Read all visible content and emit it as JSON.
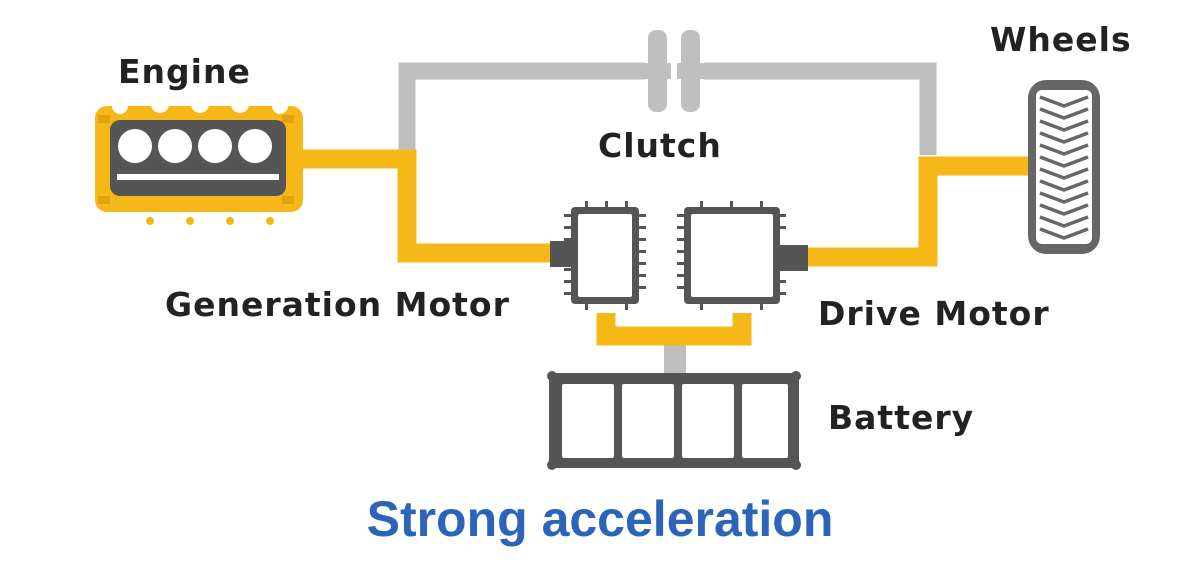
{
  "labels": {
    "engine": "Engine",
    "clutch": "Clutch",
    "wheels": "Wheels",
    "generation_motor": "Generation Motor",
    "drive_motor": "Drive Motor",
    "battery": "Battery"
  },
  "caption": "Strong acceleration",
  "colors": {
    "power_path": "#f6b818",
    "inactive_path": "#bfbfbf",
    "component_dark": "#555555",
    "caption_blue": "#2b64b8",
    "label_text": "#222222"
  },
  "icons": {
    "engine": "engine-icon",
    "clutch": "clutch-icon",
    "wheel": "wheel-icon",
    "generation_motor": "generation-motor-icon",
    "drive_motor": "drive-motor-icon",
    "battery": "battery-icon"
  }
}
